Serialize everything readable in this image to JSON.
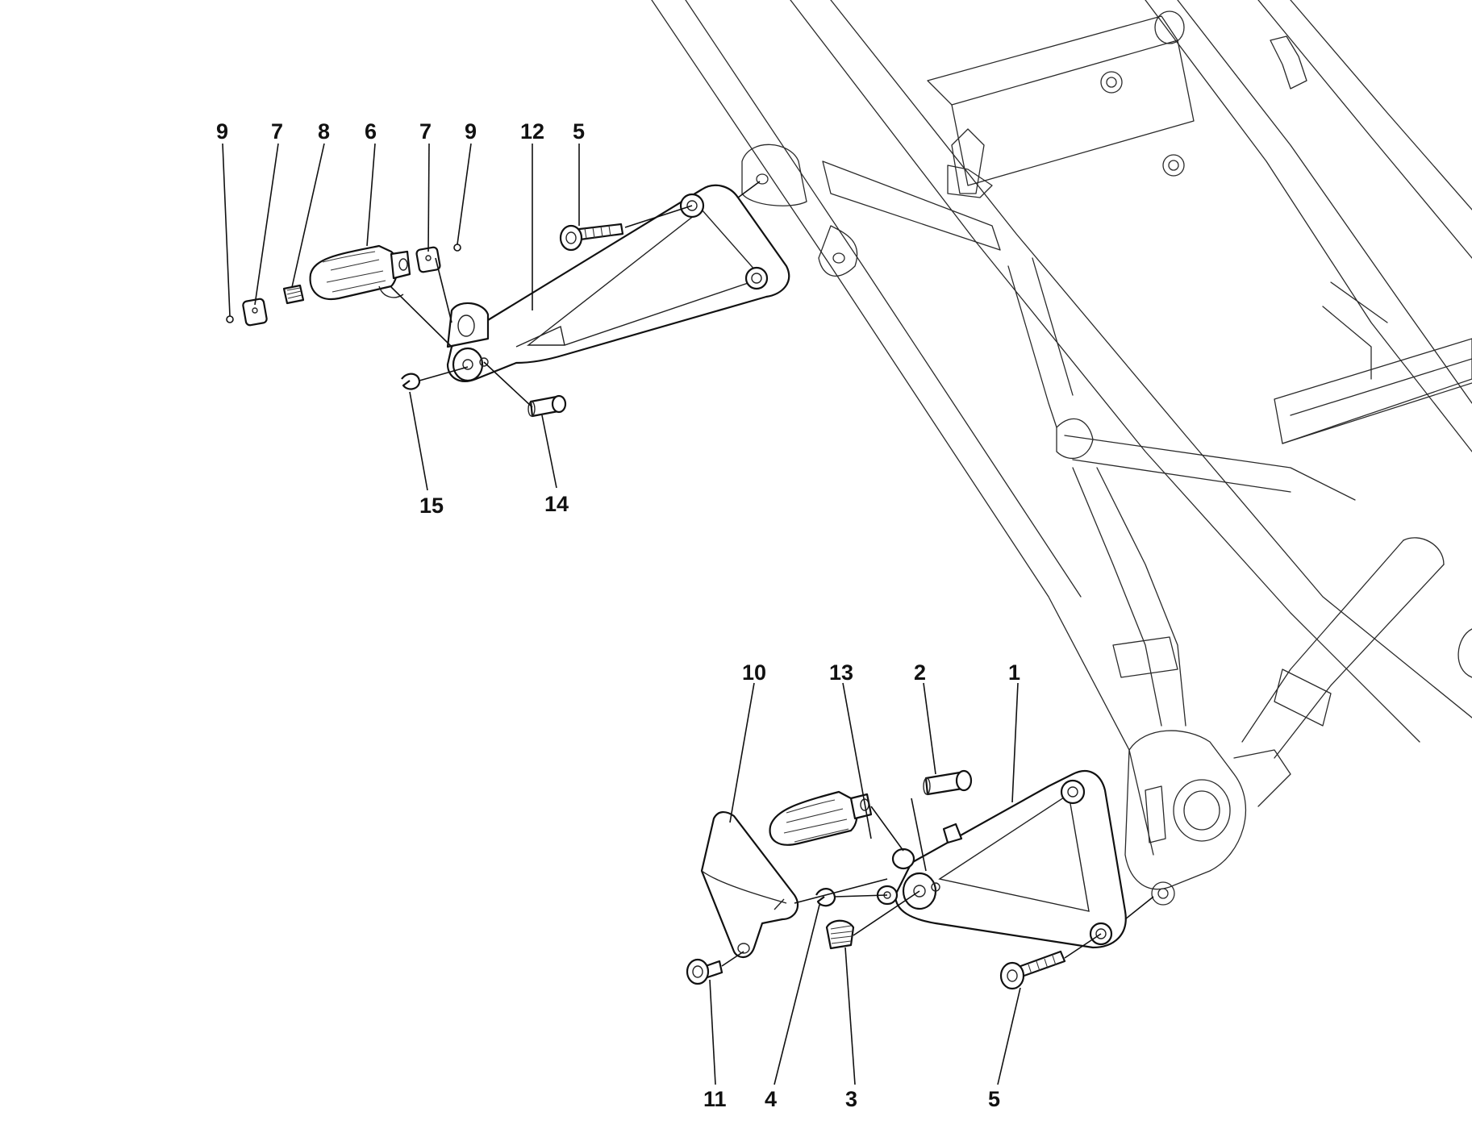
{
  "callouts": {
    "top": [
      "9",
      "7",
      "8",
      "6",
      "7",
      "9",
      "12",
      "5",
      "15",
      "14"
    ],
    "bottom": [
      "10",
      "13",
      "2",
      "1",
      "11",
      "4",
      "3",
      "5"
    ]
  }
}
